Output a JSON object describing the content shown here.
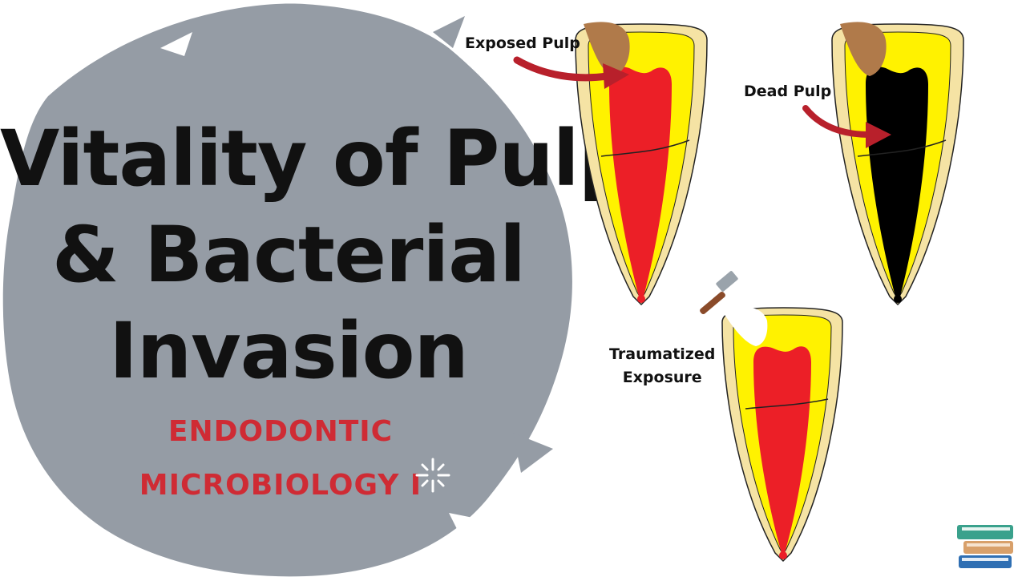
{
  "title": {
    "line1": "Vitality of Pulp",
    "line2": "& Bacterial",
    "line3": "Invasion"
  },
  "subtitle": {
    "line1": "ENDODONTIC",
    "line2": "MICROBIOLOGY I"
  },
  "labels": {
    "exposed": "Exposed Pulp",
    "dead": "Dead Pulp",
    "traumatized_1": "Traumatized",
    "traumatized_2": "Exposure"
  },
  "colors": {
    "blob": "#959ca5",
    "enamel": "#f5e3a4",
    "dentin": "#fff200",
    "pulp": "#ec1f27",
    "dead_pulp": "#000000",
    "caries": "#b07a4a",
    "arrow": "#b8202b",
    "subtitle": "#cf2b34"
  },
  "icons": [
    "tooth-icon",
    "hammer-icon",
    "books-icon",
    "sparkle-icon"
  ]
}
